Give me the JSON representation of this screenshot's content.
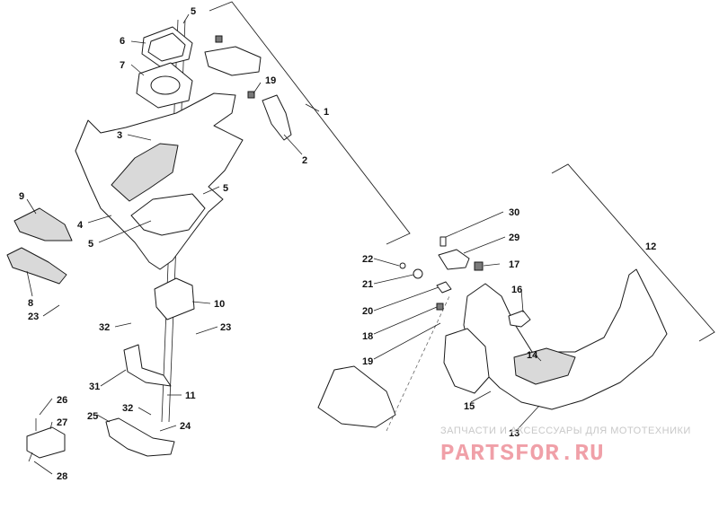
{
  "callouts": [
    "1",
    "2",
    "3",
    "4",
    "5",
    "5",
    "5",
    "6",
    "7",
    "8",
    "9",
    "10",
    "11",
    "12",
    "13",
    "14",
    "15",
    "16",
    "17",
    "18",
    "19",
    "19",
    "20",
    "21",
    "22",
    "23",
    "23",
    "24",
    "25",
    "26",
    "27",
    "28",
    "29",
    "30",
    "31",
    "32",
    "32"
  ],
  "watermark": {
    "caption": "ЗАПЧАСТИ И АКСЕССУАРЫ ДЛЯ МОТОТЕХНИКИ",
    "logo": "PARTSFOR.RU"
  },
  "colors": {
    "line": "#1a1a1a",
    "fill_grey": "#d9d9d9",
    "watermark_caption": "#c8c8c8",
    "watermark_logo": "#f0a0a8"
  }
}
